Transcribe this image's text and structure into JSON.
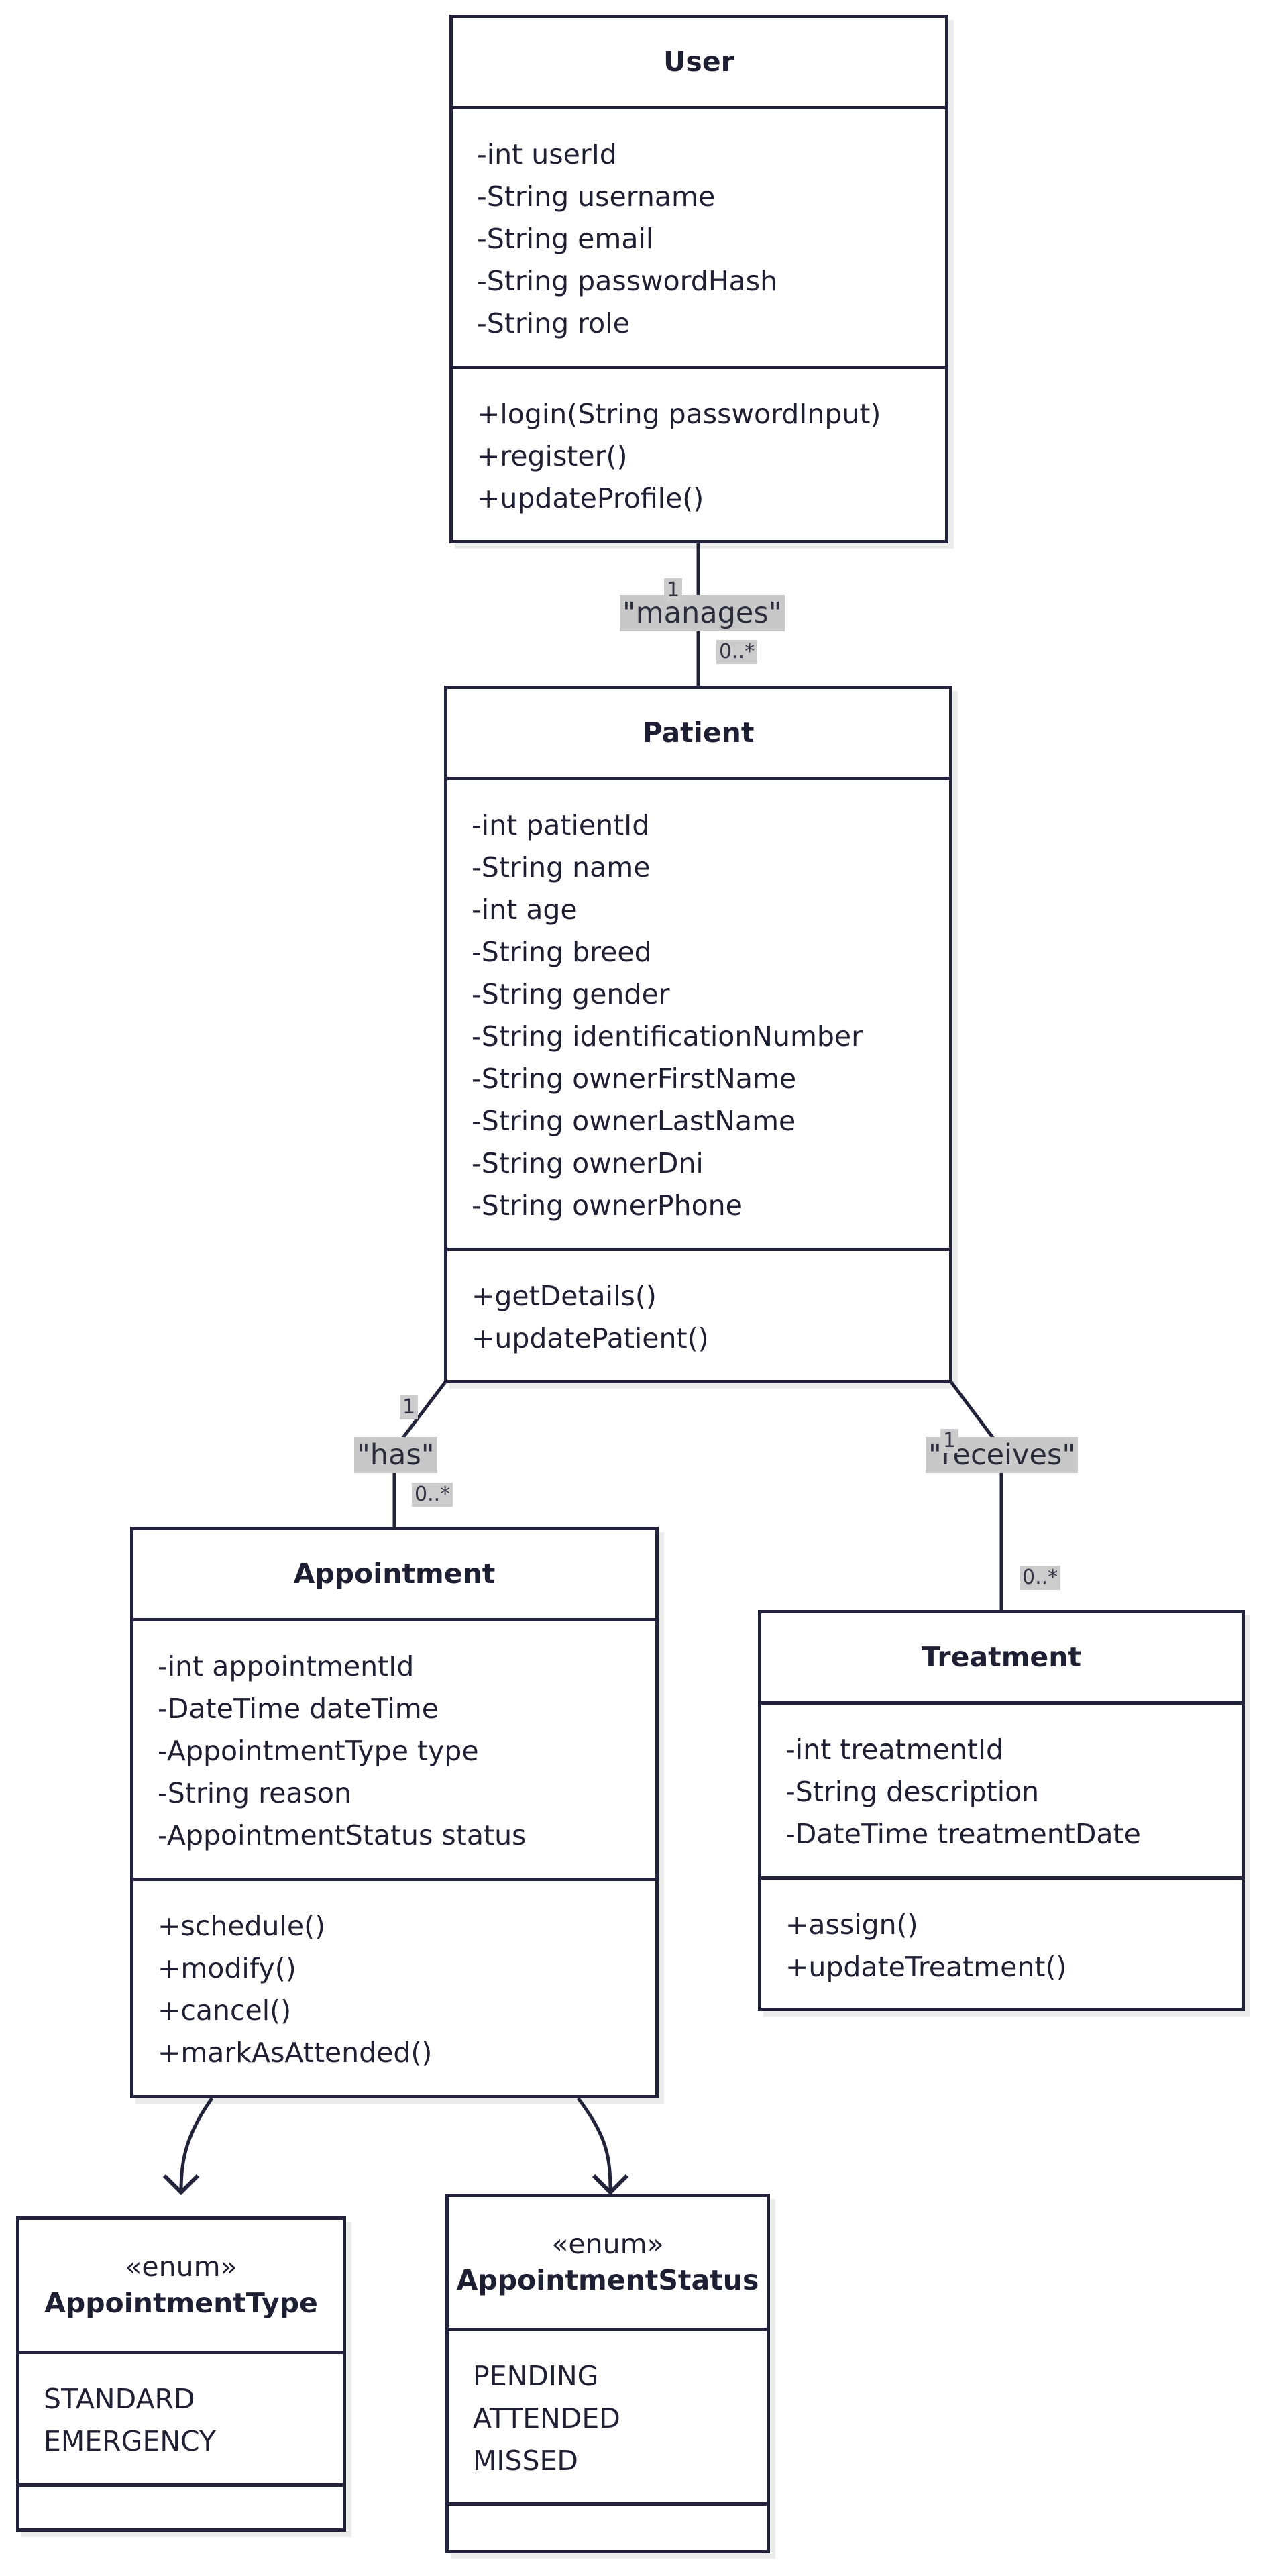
{
  "colors": {
    "stroke": "#22223a",
    "label_bg": "#c8c8c8",
    "text": "#1f1f33"
  },
  "classes": {
    "user": {
      "name": "User",
      "attributes": [
        "-int userId",
        "-String username",
        "-String email",
        "-String passwordHash",
        "-String role"
      ],
      "methods": [
        "+login(String passwordInput)",
        "+register()",
        "+updateProfile()"
      ]
    },
    "patient": {
      "name": "Patient",
      "attributes": [
        "-int patientId",
        "-String name",
        "-int age",
        "-String breed",
        "-String gender",
        "-String identificationNumber",
        "-String ownerFirstName",
        "-String ownerLastName",
        "-String ownerDni",
        "-String ownerPhone"
      ],
      "methods": [
        "+getDetails()",
        "+updatePatient()"
      ]
    },
    "appointment": {
      "name": "Appointment",
      "attributes": [
        "-int appointmentId",
        "-DateTime dateTime",
        "-AppointmentType type",
        "-String reason",
        "-AppointmentStatus status"
      ],
      "methods": [
        "+schedule()",
        "+modify()",
        "+cancel()",
        "+markAsAttended()"
      ]
    },
    "treatment": {
      "name": "Treatment",
      "attributes": [
        "-int treatmentId",
        "-String description",
        "-DateTime treatmentDate"
      ],
      "methods": [
        "+assign()",
        "+updateTreatment()"
      ]
    },
    "appointment_type": {
      "stereotype": "«enum»",
      "name": "AppointmentType",
      "values": [
        "STANDARD",
        "EMERGENCY"
      ]
    },
    "appointment_status": {
      "stereotype": "«enum»",
      "name": "AppointmentStatus",
      "values": [
        "PENDING",
        "ATTENDED",
        "MISSED"
      ]
    }
  },
  "relations": {
    "manages": {
      "label": "\"manages\"",
      "from_mult": "1",
      "to_mult": "0..*"
    },
    "has": {
      "label": "\"has\"",
      "from_mult": "1",
      "to_mult": "0..*"
    },
    "receives": {
      "label": "\"receives\"",
      "from_mult": "1",
      "to_mult": "0..*"
    }
  }
}
